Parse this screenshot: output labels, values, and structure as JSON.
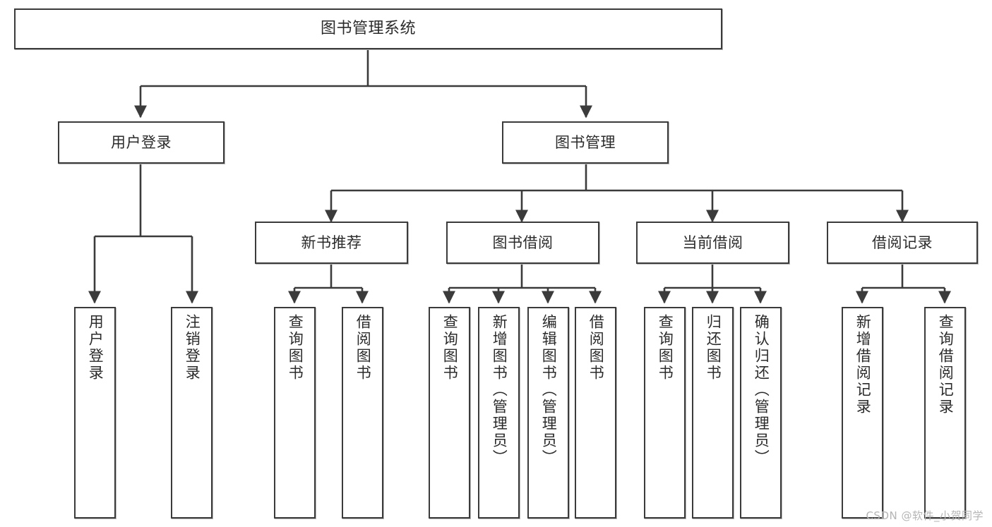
{
  "diagram": {
    "title": "图书管理系统",
    "type": "tree-hierarchy-diagram",
    "watermark": "CSDN @软件_小贺同学",
    "colors": {
      "background": "#ffffff",
      "box_border": "#3b3b3b",
      "box_fill": "#ffffff",
      "connector": "#3b3b3b",
      "text": "#2b2b2b",
      "watermark": "#b5b5b5"
    },
    "root": {
      "label": "图书管理系统"
    },
    "level2": [
      {
        "label": "用户登录"
      },
      {
        "label": "图书管理"
      }
    ],
    "level3": [
      {
        "label": "新书推荐"
      },
      {
        "label": "图书借阅"
      },
      {
        "label": "当前借阅"
      },
      {
        "label": "借阅记录"
      }
    ],
    "leaves": {
      "user_login": [
        {
          "label": "用户登录"
        },
        {
          "label": "注销登录"
        }
      ],
      "new_book_recommend": [
        {
          "label": "查询图书"
        },
        {
          "label": "借阅图书"
        }
      ],
      "book_borrow": [
        {
          "label": "查询图书"
        },
        {
          "label": "新增图书（管理员）"
        },
        {
          "label": "编辑图书（管理员）"
        },
        {
          "label": "借阅图书"
        }
      ],
      "current_borrow": [
        {
          "label": "查询图书"
        },
        {
          "label": "归还图书"
        },
        {
          "label": "确认归还（管理员）"
        }
      ],
      "borrow_record": [
        {
          "label": "新增借阅记录"
        },
        {
          "label": "查询借阅记录"
        }
      ]
    }
  }
}
